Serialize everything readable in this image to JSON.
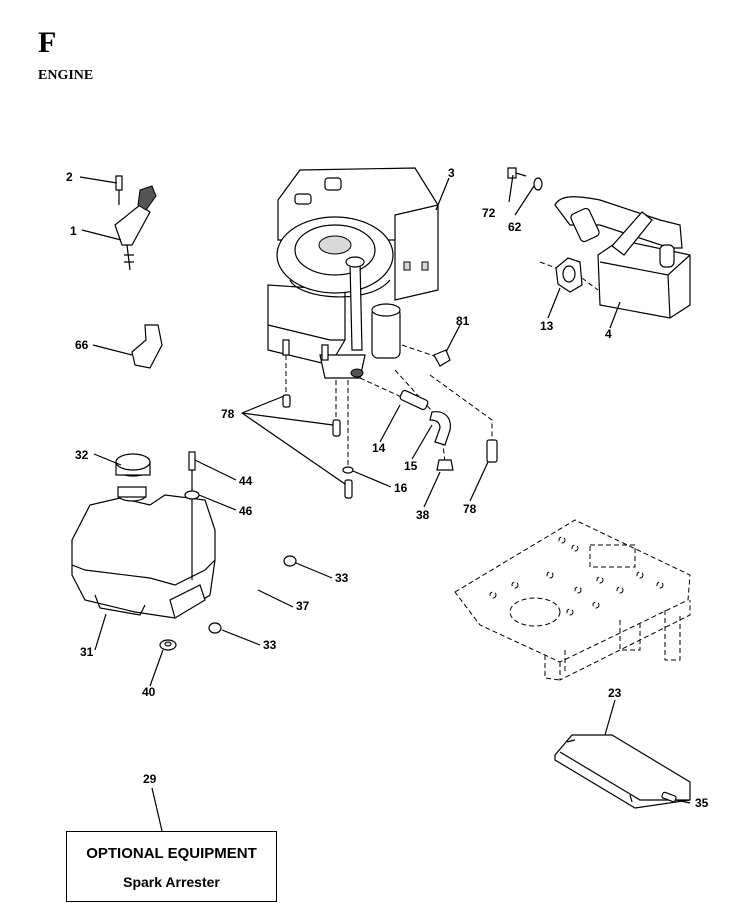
{
  "header": {
    "section_letter": "F",
    "section_title": "ENGINE"
  },
  "callouts": {
    "c1": "1",
    "c2": "2",
    "c3": "3",
    "c4": "4",
    "c13": "13",
    "c14": "14",
    "c15": "15",
    "c16": "16",
    "c23": "23",
    "c29": "29",
    "c31": "31",
    "c32": "32",
    "c33a": "33",
    "c33b": "33",
    "c35": "35",
    "c37": "37",
    "c38": "38",
    "c40": "40",
    "c44": "44",
    "c46": "46",
    "c62": "62",
    "c66": "66",
    "c72": "72",
    "c78a": "78",
    "c78b": "78",
    "c81": "81"
  },
  "optional_equipment": {
    "title": "OPTIONAL EQUIPMENT",
    "item": "Spark Arrester"
  }
}
